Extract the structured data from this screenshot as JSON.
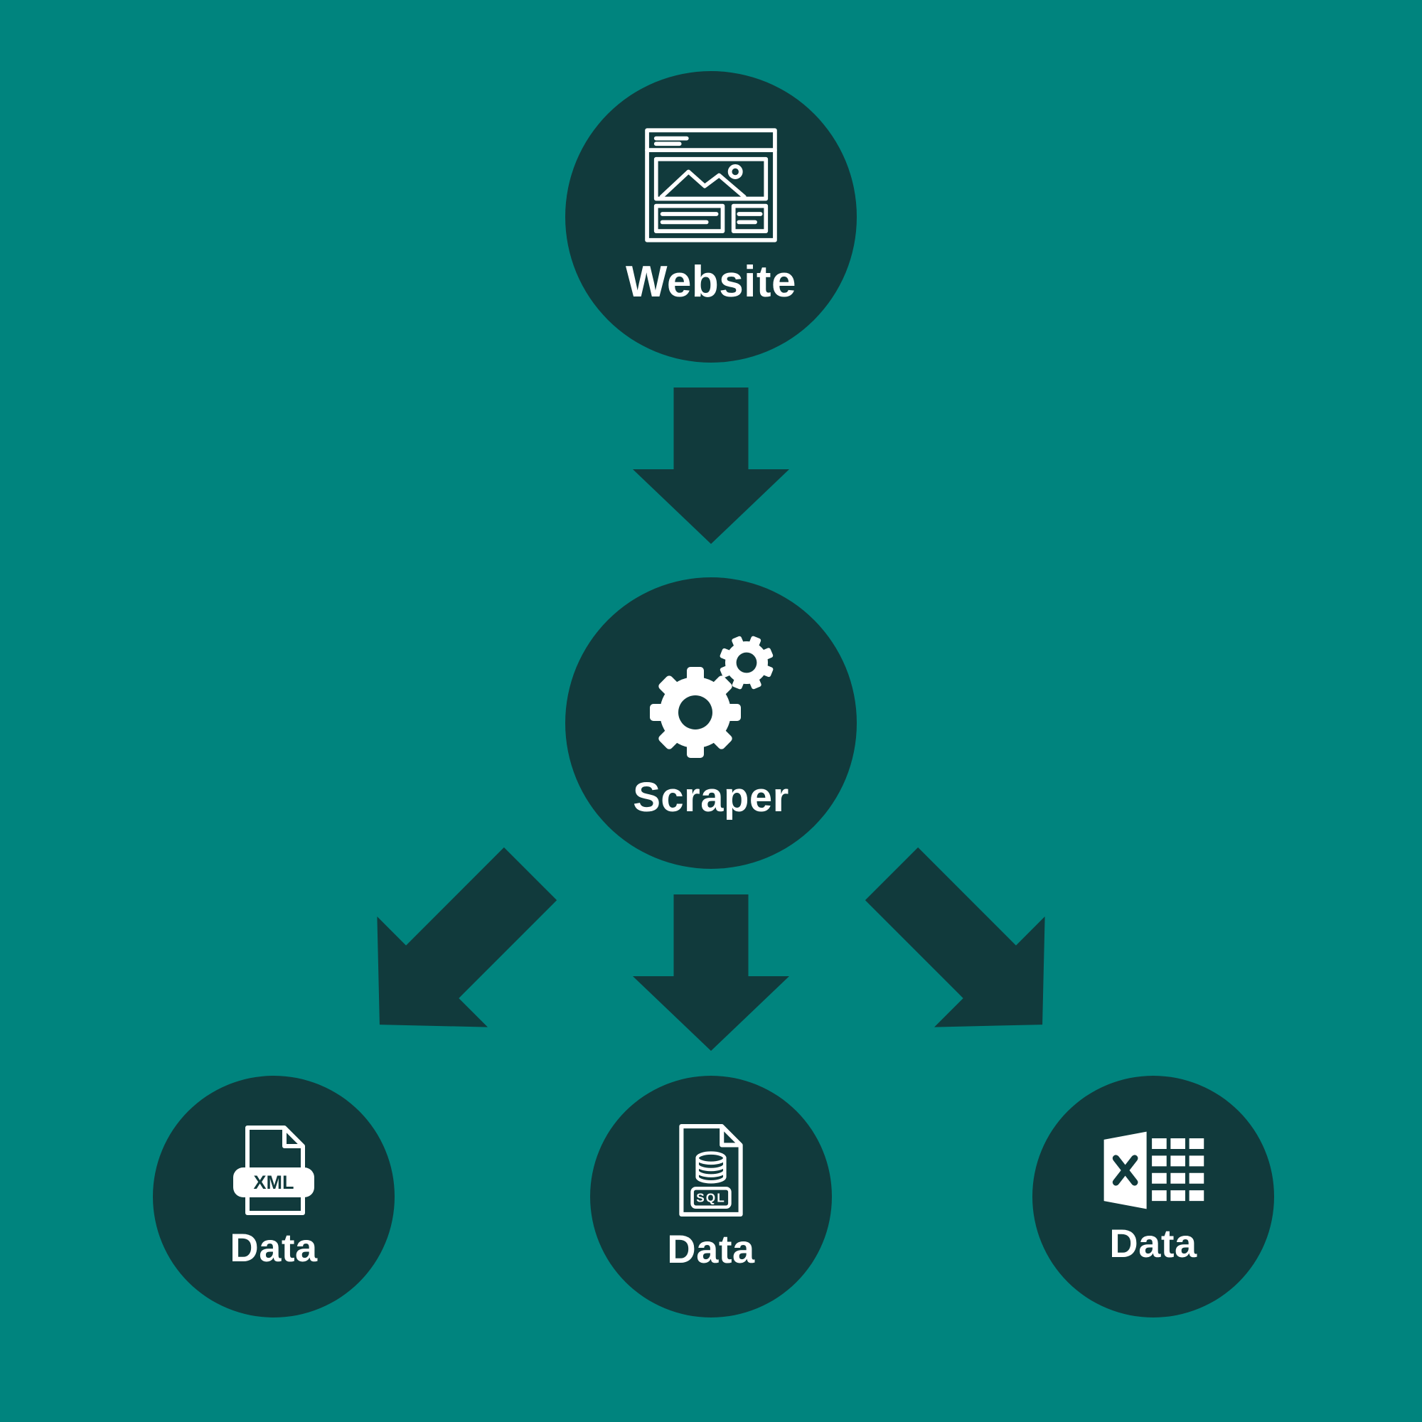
{
  "colors": {
    "background": "#00847E",
    "node_fill": "#113A3C",
    "arrow_fill": "#113A3C",
    "icon_color": "#FFFFFF",
    "label_color": "#FFFFFF"
  },
  "nodes": {
    "website": {
      "label": "Website",
      "icon": "browser-window-icon"
    },
    "scraper": {
      "label": "Scraper",
      "icon": "gears-icon"
    },
    "xml_output": {
      "label": "Data",
      "icon": "xml-file-icon",
      "icon_text": "XML"
    },
    "sql_output": {
      "label": "Data",
      "icon": "sql-file-icon",
      "icon_text": "SQL"
    },
    "excel_output": {
      "label": "Data",
      "icon": "excel-spreadsheet-icon"
    }
  },
  "arrows": [
    {
      "name": "website-to-scraper",
      "direction": "down"
    },
    {
      "name": "scraper-to-xml",
      "direction": "down-left"
    },
    {
      "name": "scraper-to-sql",
      "direction": "down"
    },
    {
      "name": "scraper-to-excel",
      "direction": "down-right"
    }
  ]
}
